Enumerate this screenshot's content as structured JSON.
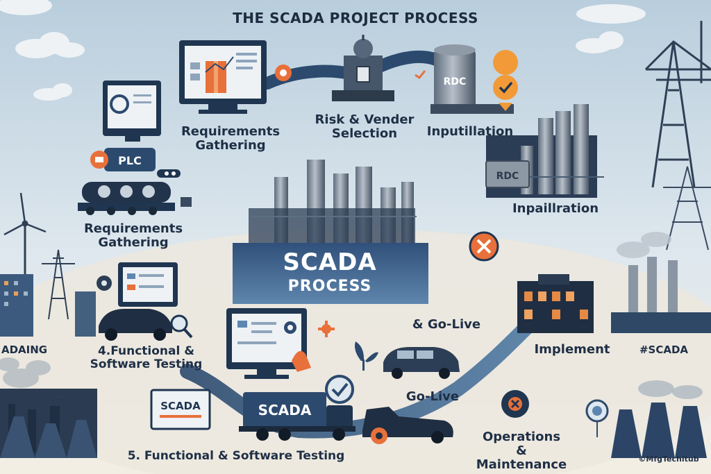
{
  "title": "THE SCADA PROJECT PROCESS",
  "center": {
    "line1": "SCADA",
    "line2": "PROCESS"
  },
  "labels": {
    "requirements_top": "Requirements\nGathering",
    "risk_vendor": "Risk & Vender\nSelection",
    "inputillation": "Inputillation",
    "inpaillration": "Inpaillration",
    "requirements_left": "Requirements\nGathering",
    "functional_4": "4.Functional &\nSoftware Testing",
    "go_live_amp": "& Go-Live",
    "go_live": "Go-Live",
    "implement": "Implement",
    "functional_5": "5. Functional & Software Testing",
    "operations": "Operations\n& Maintenance",
    "adaing": "ADAING",
    "hashtag": "#SCADA",
    "watermark": "©MfgTechitub"
  },
  "signs": {
    "plc": "PLC",
    "rdc_top": "RDC",
    "rdc_mid": "RDC",
    "scada_board": "SCADA",
    "scada_truck": "SCADA"
  },
  "colors": {
    "navy": "#1f3550",
    "orange": "#e8703a",
    "sky": "#c9d9e5",
    "ground": "#f1ece2"
  }
}
